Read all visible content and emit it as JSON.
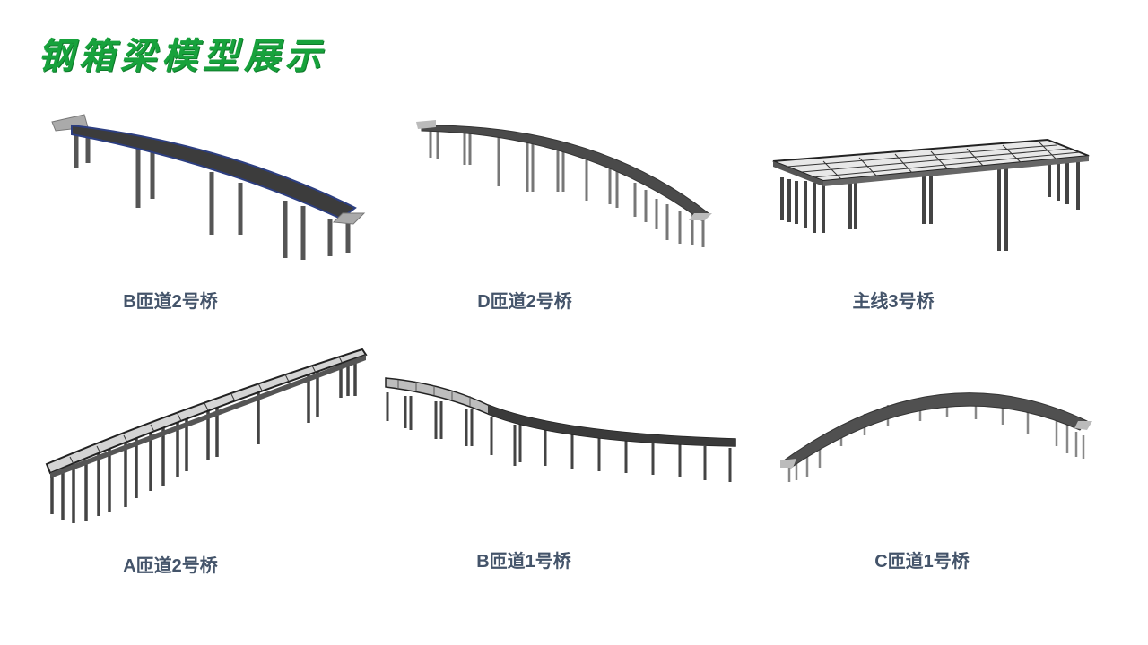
{
  "page": {
    "title": "钢箱梁模型展示",
    "accent_color": "#17a23c",
    "caption_color": "#44546a"
  },
  "models": [
    {
      "id": "b2",
      "caption": "B匝道2号桥"
    },
    {
      "id": "d2",
      "caption": "D匝道2号桥"
    },
    {
      "id": "main3",
      "caption": "主线3号桥"
    },
    {
      "id": "a2",
      "caption": "A匝道2号桥"
    },
    {
      "id": "b1",
      "caption": "B匝道1号桥"
    },
    {
      "id": "c1",
      "caption": "C匝道1号桥"
    }
  ]
}
